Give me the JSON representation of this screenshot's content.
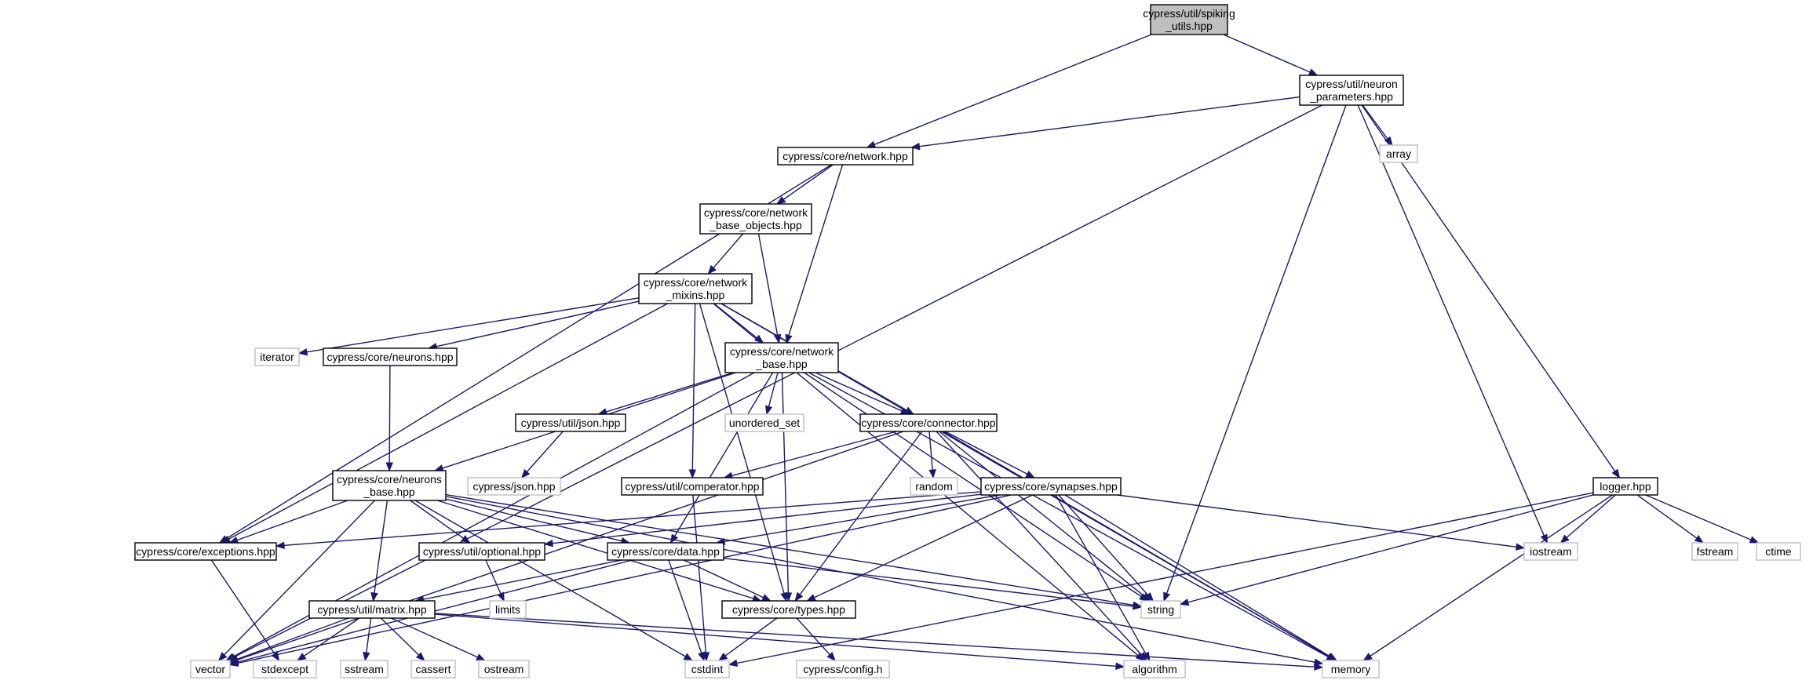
{
  "colors": {
    "edge": "#191970",
    "root_fill": "#bfbfbf",
    "node_border": "#000000",
    "system_border": "#bfbfbf"
  },
  "nodes": [
    {
      "id": "spiking",
      "kind": "root",
      "lines": [
        "cypress/util/spiking",
        "_utils.hpp"
      ]
    },
    {
      "id": "neuron_params",
      "kind": "local",
      "lines": [
        "cypress/util/neuron",
        "_parameters.hpp"
      ]
    },
    {
      "id": "network",
      "kind": "local",
      "lines": [
        "cypress/core/network.hpp"
      ]
    },
    {
      "id": "array",
      "kind": "system",
      "lines": [
        "array"
      ]
    },
    {
      "id": "net_base_objects",
      "kind": "local",
      "lines": [
        "cypress/core/network",
        "_base_objects.hpp"
      ]
    },
    {
      "id": "net_mixins",
      "kind": "local",
      "lines": [
        "cypress/core/network",
        "_mixins.hpp"
      ]
    },
    {
      "id": "iterator",
      "kind": "system",
      "lines": [
        "iterator"
      ]
    },
    {
      "id": "neurons",
      "kind": "local",
      "lines": [
        "cypress/core/neurons.hpp"
      ]
    },
    {
      "id": "net_base",
      "kind": "local",
      "lines": [
        "cypress/core/network",
        "_base.hpp"
      ]
    },
    {
      "id": "json",
      "kind": "local",
      "lines": [
        "cypress/util/json.hpp"
      ]
    },
    {
      "id": "unordered_set",
      "kind": "system",
      "lines": [
        "unordered_set"
      ]
    },
    {
      "id": "connector",
      "kind": "local",
      "lines": [
        "cypress/core/connector.hpp"
      ]
    },
    {
      "id": "cyp_json",
      "kind": "system",
      "lines": [
        "cypress/json.hpp"
      ]
    },
    {
      "id": "random",
      "kind": "system",
      "lines": [
        "random"
      ]
    },
    {
      "id": "neurons_base",
      "kind": "local",
      "lines": [
        "cypress/core/neurons",
        "_base.hpp"
      ]
    },
    {
      "id": "comperator",
      "kind": "local",
      "lines": [
        "cypress/util/comperator.hpp"
      ]
    },
    {
      "id": "synapses",
      "kind": "local",
      "lines": [
        "cypress/core/synapses.hpp"
      ]
    },
    {
      "id": "logger",
      "kind": "local",
      "lines": [
        "logger.hpp"
      ]
    },
    {
      "id": "exceptions",
      "kind": "local",
      "lines": [
        "cypress/core/exceptions.hpp"
      ]
    },
    {
      "id": "optional",
      "kind": "local",
      "lines": [
        "cypress/util/optional.hpp"
      ]
    },
    {
      "id": "data",
      "kind": "local",
      "lines": [
        "cypress/core/data.hpp"
      ]
    },
    {
      "id": "iostream",
      "kind": "system",
      "lines": [
        "iostream"
      ]
    },
    {
      "id": "fstream",
      "kind": "system",
      "lines": [
        "fstream"
      ]
    },
    {
      "id": "ctime",
      "kind": "system",
      "lines": [
        "ctime"
      ]
    },
    {
      "id": "limits",
      "kind": "system",
      "lines": [
        "limits"
      ]
    },
    {
      "id": "matrix",
      "kind": "local",
      "lines": [
        "cypress/util/matrix.hpp"
      ]
    },
    {
      "id": "types",
      "kind": "local",
      "lines": [
        "cypress/core/types.hpp"
      ]
    },
    {
      "id": "string",
      "kind": "system",
      "lines": [
        "string"
      ]
    },
    {
      "id": "vector",
      "kind": "system",
      "lines": [
        "vector"
      ]
    },
    {
      "id": "stdexcept",
      "kind": "system",
      "lines": [
        "stdexcept"
      ]
    },
    {
      "id": "sstream",
      "kind": "system",
      "lines": [
        "sstream"
      ]
    },
    {
      "id": "cassert",
      "kind": "system",
      "lines": [
        "cassert"
      ]
    },
    {
      "id": "ostream",
      "kind": "system",
      "lines": [
        "ostream"
      ]
    },
    {
      "id": "cstdint",
      "kind": "system",
      "lines": [
        "cstdint"
      ]
    },
    {
      "id": "config",
      "kind": "system",
      "lines": [
        "cypress/config.h"
      ]
    },
    {
      "id": "algorithm",
      "kind": "system",
      "lines": [
        "algorithm"
      ]
    },
    {
      "id": "memory",
      "kind": "system",
      "lines": [
        "memory"
      ]
    }
  ],
  "edges": [
    [
      "spiking",
      "network"
    ],
    [
      "spiking",
      "neuron_params"
    ],
    [
      "neuron_params",
      "network"
    ],
    [
      "neuron_params",
      "array"
    ],
    [
      "neuron_params",
      "string"
    ],
    [
      "neuron_params",
      "iostream"
    ],
    [
      "neuron_params",
      "logger"
    ],
    [
      "neuron_params",
      "vector"
    ],
    [
      "network",
      "net_base_objects"
    ],
    [
      "network",
      "net_base"
    ],
    [
      "network",
      "exceptions"
    ],
    [
      "net_base_objects",
      "net_mixins"
    ],
    [
      "net_base_objects",
      "net_base"
    ],
    [
      "net_mixins",
      "iterator"
    ],
    [
      "net_mixins",
      "neurons"
    ],
    [
      "net_mixins",
      "net_base"
    ],
    [
      "net_mixins",
      "connector"
    ],
    [
      "net_mixins",
      "exceptions"
    ],
    [
      "net_mixins",
      "comperator"
    ],
    [
      "net_mixins",
      "types"
    ],
    [
      "net_mixins",
      "memory"
    ],
    [
      "net_mixins",
      "algorithm"
    ],
    [
      "neurons",
      "neurons_base"
    ],
    [
      "net_base",
      "json"
    ],
    [
      "net_base",
      "unordered_set"
    ],
    [
      "net_base",
      "connector"
    ],
    [
      "net_base",
      "neurons_base"
    ],
    [
      "net_base",
      "data"
    ],
    [
      "net_base",
      "types"
    ],
    [
      "net_base",
      "string"
    ],
    [
      "net_base",
      "memory"
    ],
    [
      "net_base",
      "vector"
    ],
    [
      "json",
      "cyp_json"
    ],
    [
      "connector",
      "random"
    ],
    [
      "connector",
      "synapses"
    ],
    [
      "connector",
      "comperator"
    ],
    [
      "connector",
      "types"
    ],
    [
      "connector",
      "string"
    ],
    [
      "connector",
      "algorithm"
    ],
    [
      "connector",
      "memory"
    ],
    [
      "connector",
      "vector"
    ],
    [
      "neurons_base",
      "exceptions"
    ],
    [
      "neurons_base",
      "optional"
    ],
    [
      "neurons_base",
      "data"
    ],
    [
      "neurons_base",
      "matrix"
    ],
    [
      "neurons_base",
      "types"
    ],
    [
      "neurons_base",
      "string"
    ],
    [
      "neurons_base",
      "vector"
    ],
    [
      "neurons_base",
      "cstdint"
    ],
    [
      "neurons_base",
      "memory"
    ],
    [
      "comperator",
      "cstdint"
    ],
    [
      "synapses",
      "exceptions"
    ],
    [
      "synapses",
      "optional"
    ],
    [
      "synapses",
      "data"
    ],
    [
      "synapses",
      "iostream"
    ],
    [
      "synapses",
      "string"
    ],
    [
      "synapses",
      "types"
    ],
    [
      "synapses",
      "algorithm"
    ],
    [
      "synapses",
      "memory"
    ],
    [
      "synapses",
      "vector"
    ],
    [
      "logger",
      "iostream"
    ],
    [
      "logger",
      "fstream"
    ],
    [
      "logger",
      "ctime"
    ],
    [
      "logger",
      "string"
    ],
    [
      "logger",
      "memory"
    ],
    [
      "logger",
      "cstdint"
    ],
    [
      "exceptions",
      "stdexcept"
    ],
    [
      "optional",
      "limits"
    ],
    [
      "data",
      "matrix"
    ],
    [
      "data",
      "types"
    ],
    [
      "data",
      "string"
    ],
    [
      "data",
      "cstdint"
    ],
    [
      "data",
      "vector"
    ],
    [
      "matrix",
      "vector"
    ],
    [
      "matrix",
      "stdexcept"
    ],
    [
      "matrix",
      "sstream"
    ],
    [
      "matrix",
      "cassert"
    ],
    [
      "matrix",
      "ostream"
    ],
    [
      "matrix",
      "algorithm"
    ],
    [
      "matrix",
      "memory"
    ],
    [
      "types",
      "cstdint"
    ],
    [
      "types",
      "config"
    ]
  ]
}
